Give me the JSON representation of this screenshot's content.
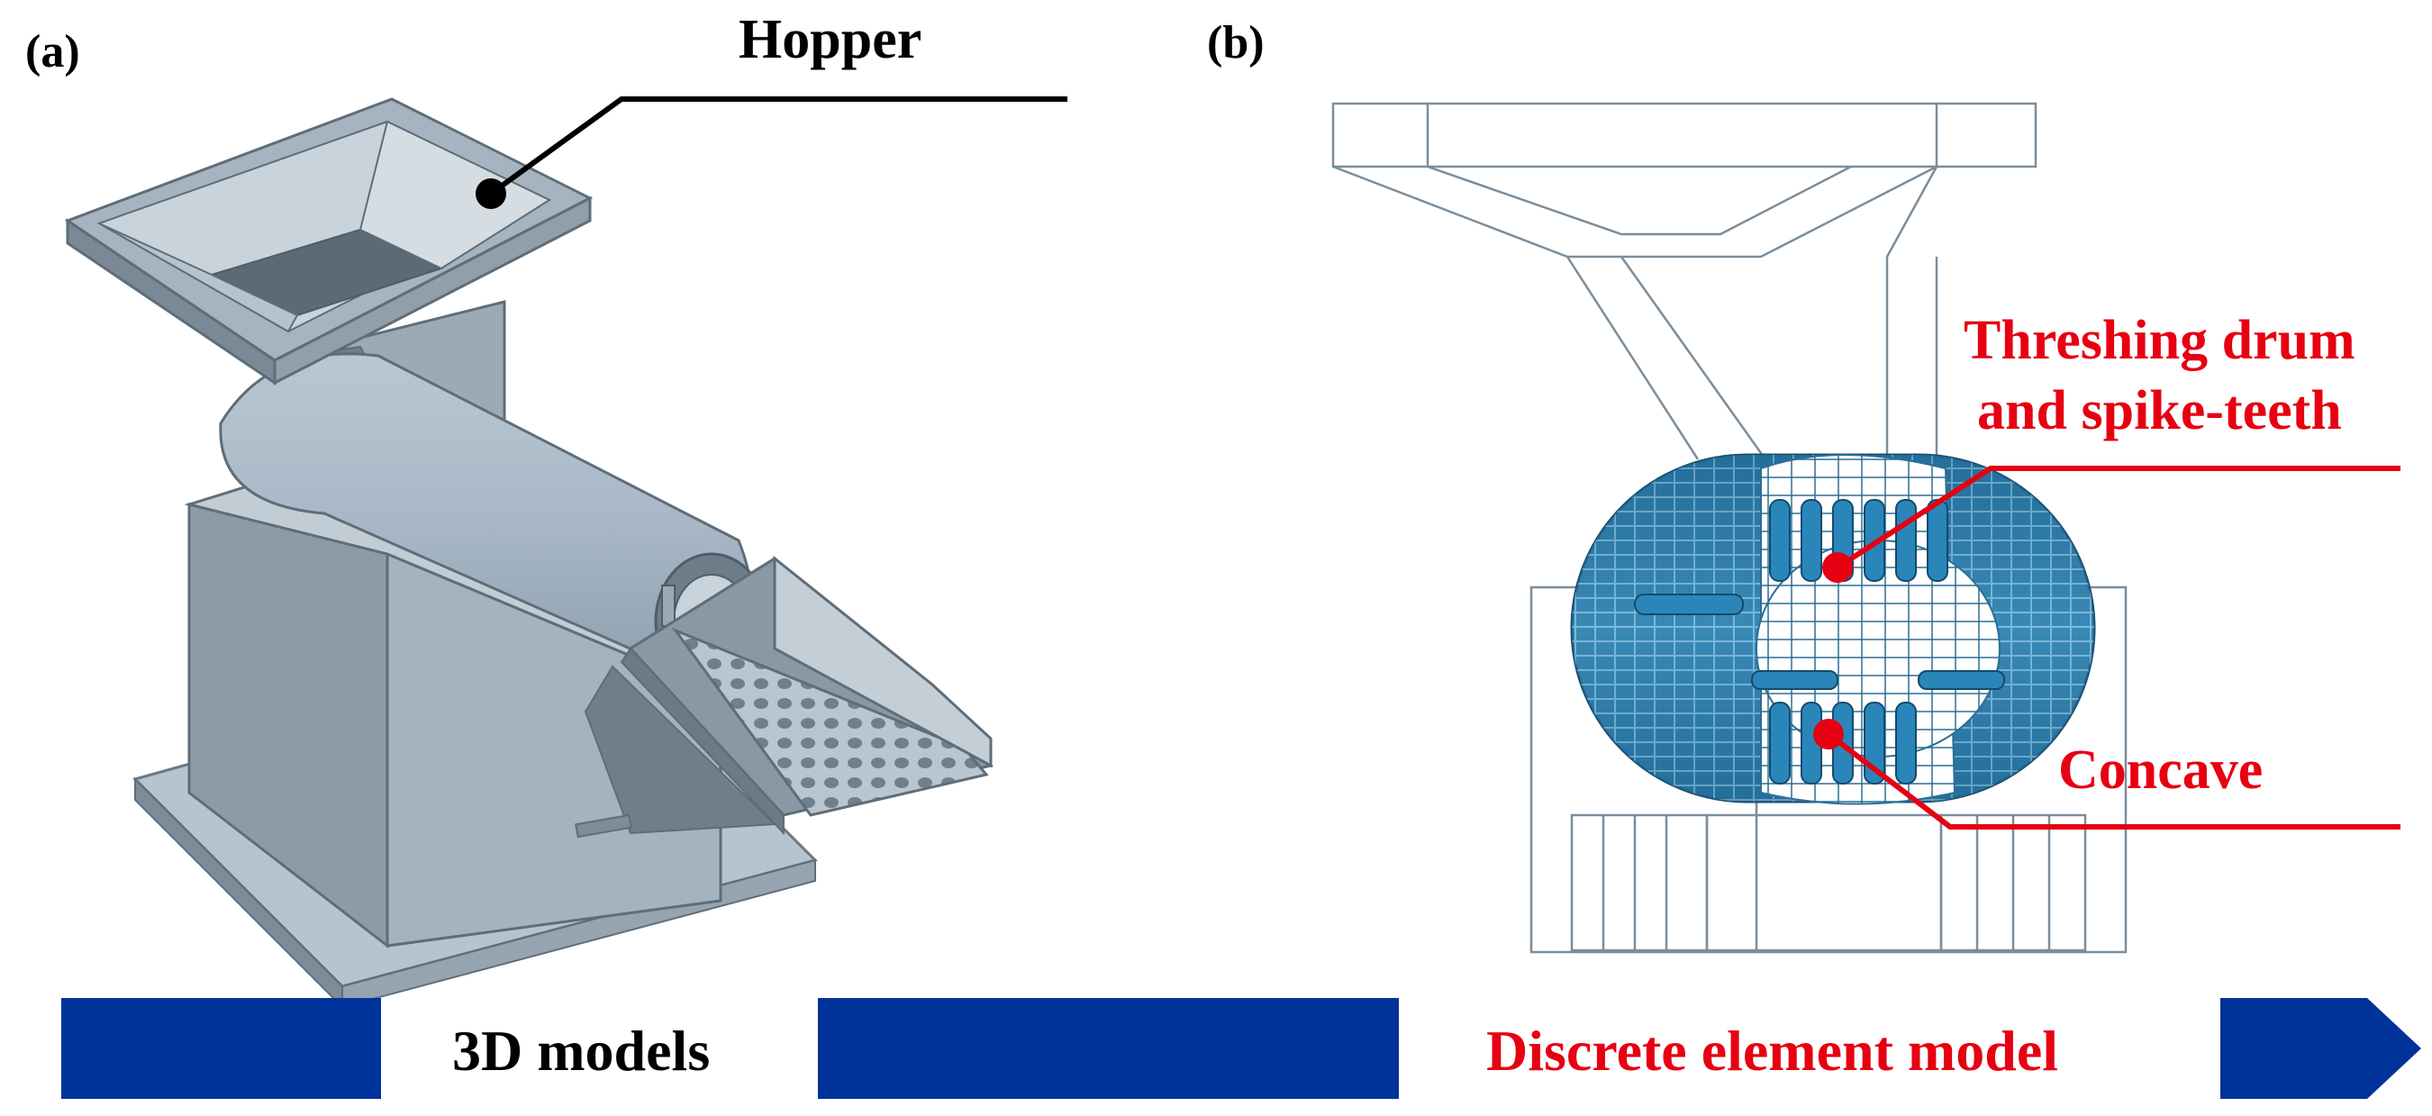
{
  "panels": {
    "a": {
      "label": "(a)",
      "callout": "Hopper"
    },
    "b": {
      "label": "(b)",
      "callout_drum_line1": "Threshing drum",
      "callout_drum_line2": "and spike-teeth",
      "callout_concave": "Concave"
    }
  },
  "banner": {
    "left_label": "3D models",
    "right_label": "Discrete element model"
  },
  "colors": {
    "banner_blue": "#003399",
    "accent_red": "#e60012",
    "model_gray": "#a9b9c5",
    "dem_blue": "#1f6f9e"
  }
}
